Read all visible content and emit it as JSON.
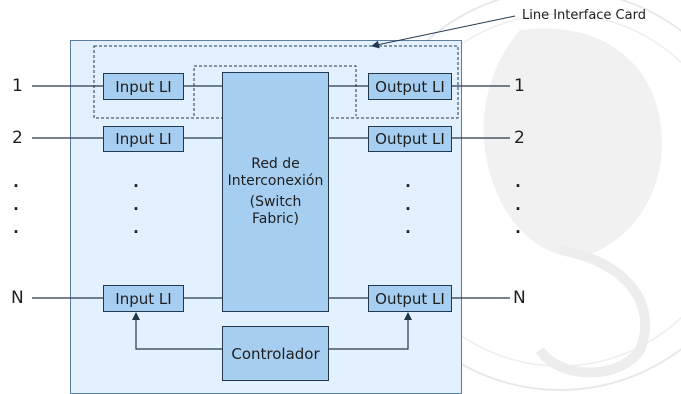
{
  "diagram": {
    "callout_label": "Line Interface Card",
    "fabric_lines": [
      "Red de",
      "Interconexión",
      "(Switch",
      "Fabric)"
    ],
    "controller_label": "Controlador",
    "input_label": "Input LI",
    "output_label": "Output LI",
    "ports": [
      "1",
      "2",
      "N"
    ],
    "dots": "·",
    "colors": {
      "card_fill": "#e2f1fd",
      "box_fill": "#a6cef0",
      "line": "#24384d"
    }
  }
}
